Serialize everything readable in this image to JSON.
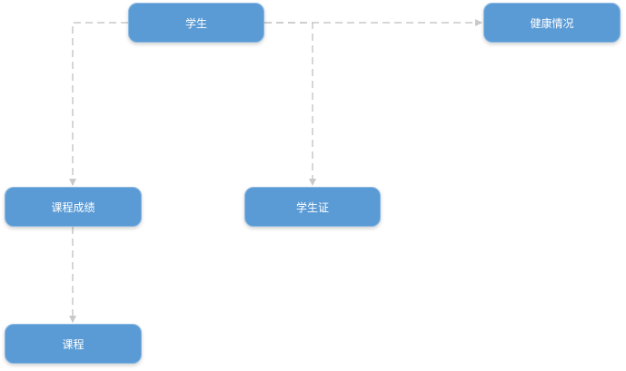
{
  "diagram": {
    "type": "entity-relationship",
    "nodes": [
      {
        "id": "student",
        "label": "学生"
      },
      {
        "id": "health",
        "label": "健康情况"
      },
      {
        "id": "grades",
        "label": "课程成绩"
      },
      {
        "id": "student_id",
        "label": "学生证"
      },
      {
        "id": "course",
        "label": "课程"
      }
    ],
    "edges": [
      {
        "from": "student",
        "to": "grades",
        "style": "dashed"
      },
      {
        "from": "student",
        "to": "student_id",
        "style": "dashed"
      },
      {
        "from": "student",
        "to": "health",
        "style": "dashed"
      },
      {
        "from": "grades",
        "to": "course",
        "style": "dashed"
      }
    ],
    "colors": {
      "node_fill": "#5b9bd5",
      "node_border": "#8ab8e3",
      "node_text": "#ffffff",
      "edge": "#c8c8c8"
    }
  }
}
